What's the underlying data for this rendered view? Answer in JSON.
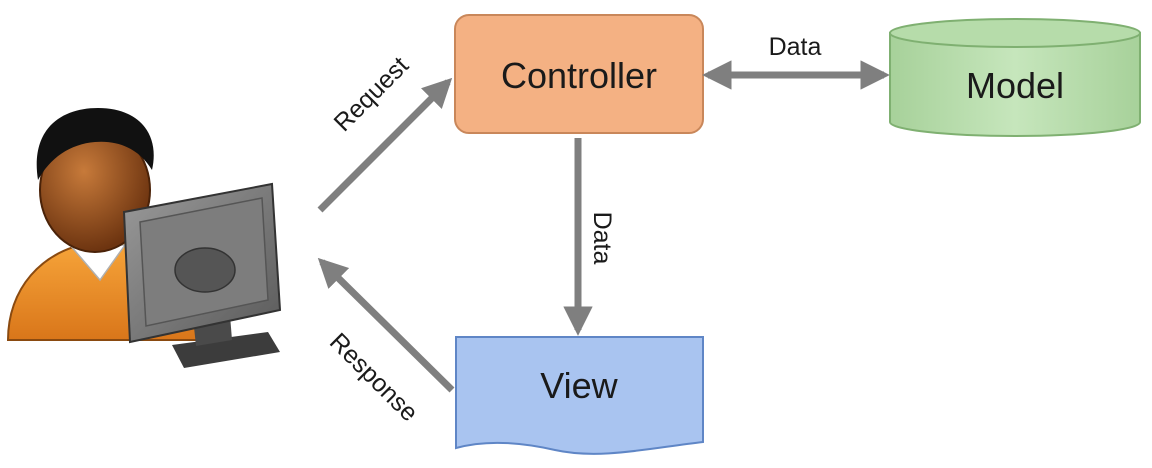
{
  "nodes": {
    "controller": {
      "label": "Controller",
      "fill": "#f4b183",
      "stroke": "#c9875a"
    },
    "model": {
      "label": "Model",
      "fill": "#b6dcaa",
      "stroke": "#7fb071"
    },
    "view": {
      "label": "View",
      "fill": "#a9c4f0",
      "stroke": "#5f86c6"
    }
  },
  "edges": {
    "request": "Request",
    "response": "Response",
    "controller_model": "Data",
    "controller_view": "Data"
  },
  "colors": {
    "arrow": "#7f7f7f"
  },
  "icons": {
    "user": "user-at-computer-icon"
  }
}
